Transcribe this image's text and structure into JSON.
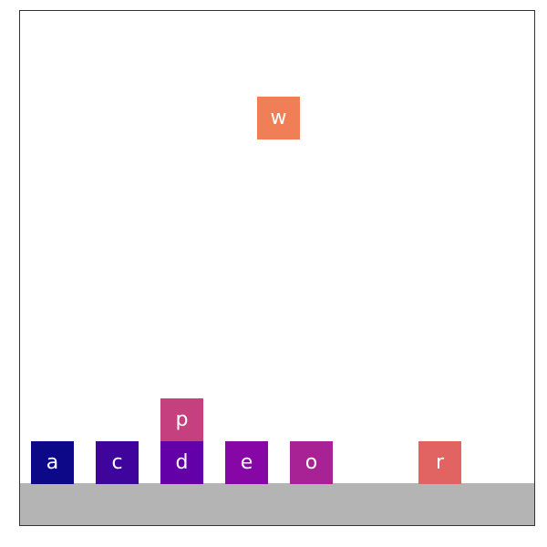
{
  "ground_color": "#b4b4b4",
  "blocks": [
    {
      "letter": "a",
      "color": "#0d0887"
    },
    {
      "letter": "c",
      "color": "#3e049c"
    },
    {
      "letter": "d",
      "color": "#6300a7"
    },
    {
      "letter": "p",
      "color": "#c5407e"
    },
    {
      "letter": "e",
      "color": "#8606a6"
    },
    {
      "letter": "o",
      "color": "#a82296"
    },
    {
      "letter": "r",
      "color": "#e16462"
    },
    {
      "letter": "w",
      "color": "#f07f58"
    }
  ]
}
